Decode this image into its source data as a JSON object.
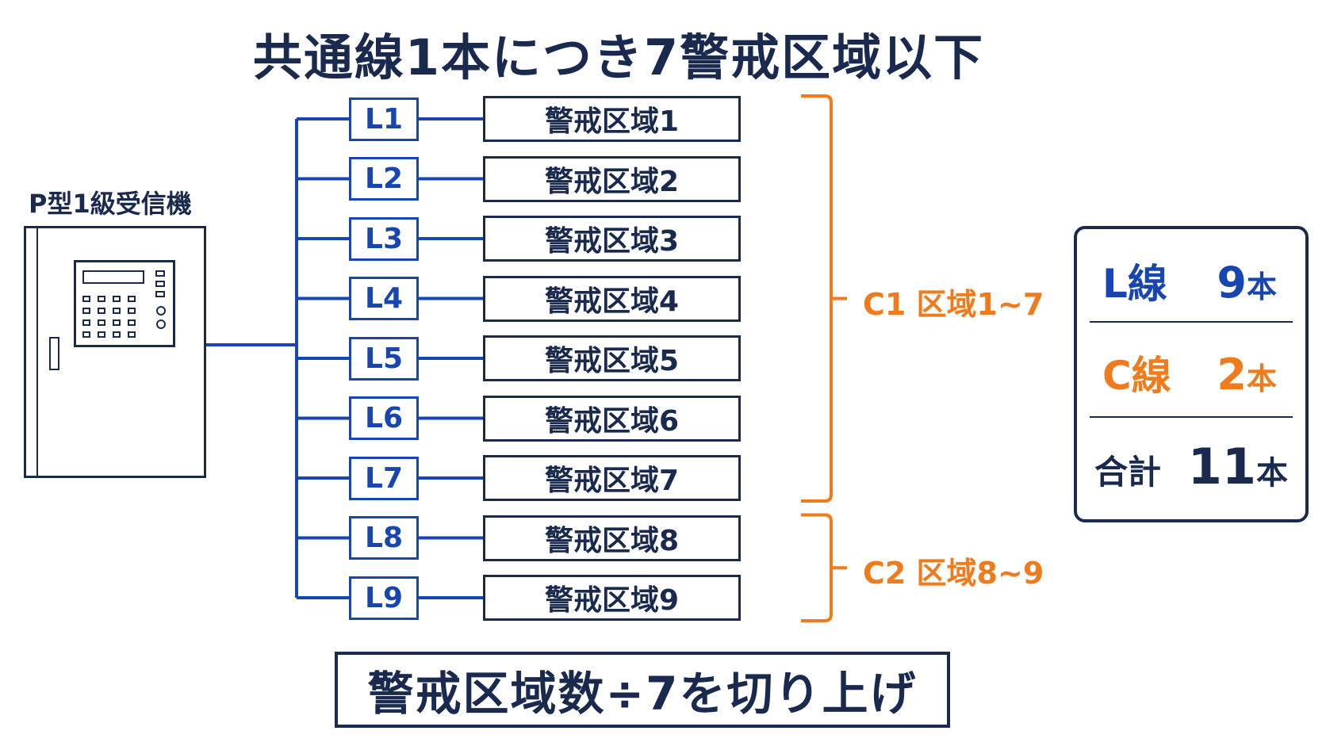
{
  "title": "共通線1本につき7警戒区域以下",
  "receiver": {
    "label": "P型1級受信機"
  },
  "zones": [
    {
      "line": "L1",
      "zone": "警戒区域1"
    },
    {
      "line": "L2",
      "zone": "警戒区域2"
    },
    {
      "line": "L3",
      "zone": "警戒区域3"
    },
    {
      "line": "L4",
      "zone": "警戒区域4"
    },
    {
      "line": "L5",
      "zone": "警戒区域5"
    },
    {
      "line": "L6",
      "zone": "警戒区域6"
    },
    {
      "line": "L7",
      "zone": "警戒区域7"
    },
    {
      "line": "L8",
      "zone": "警戒区域8"
    },
    {
      "line": "L9",
      "zone": "警戒区域9"
    }
  ],
  "common_lines": [
    {
      "label": "C1  区域1~7",
      "from_zone": 1,
      "to_zone": 7
    },
    {
      "label": "C2  区域8~9",
      "from_zone": 8,
      "to_zone": 9
    }
  ],
  "summary": {
    "l_line": {
      "label": "L線",
      "count": "9",
      "unit": "本"
    },
    "c_line": {
      "label": "C線",
      "count": "2",
      "unit": "本"
    },
    "total": {
      "label": "合計",
      "count": "11",
      "unit": "本"
    }
  },
  "formula": "警戒区域数÷7を切り上げ",
  "colors": {
    "navy": "#1a2a4f",
    "blue": "#1746b3",
    "orange": "#f07b1d"
  }
}
